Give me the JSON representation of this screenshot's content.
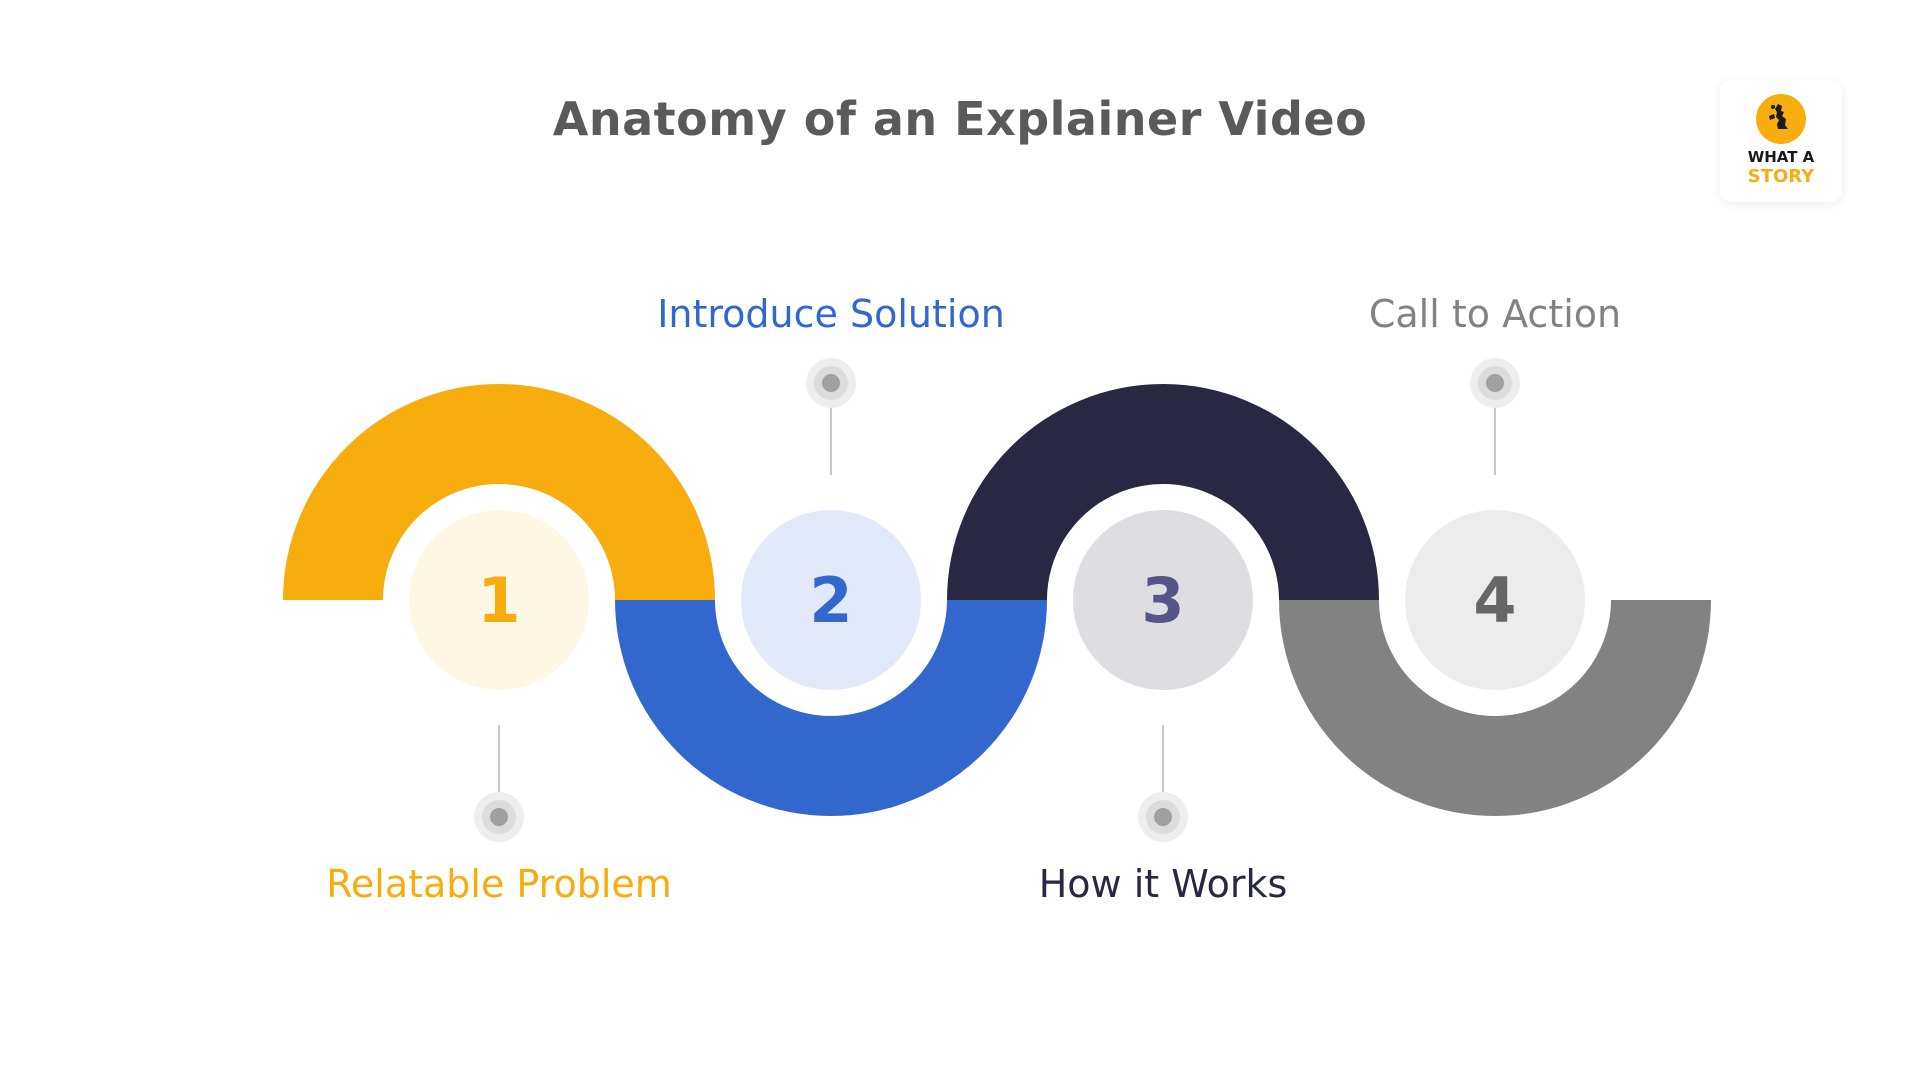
{
  "title": "Anatomy of an Explainer Video",
  "logo": {
    "line1": "WHAT A",
    "line2": "STORY",
    "icon": "storyteller-silhouette-icon",
    "accent": "#f7ad0e"
  },
  "steps": [
    {
      "number": "1",
      "label": "Relatable Problem",
      "color": "#f7ad0e",
      "circle_bg": "#fef7e6",
      "number_color": "#f7ad0e",
      "label_position": "bottom"
    },
    {
      "number": "2",
      "label": "Introduce Solution",
      "color": "#3268cd",
      "circle_bg": "#e2e9f8",
      "number_color": "#3268cd",
      "label_position": "top"
    },
    {
      "number": "3",
      "label": "How it Works",
      "color": "#292843",
      "circle_bg": "#dedee2",
      "number_color": "#55558a",
      "label_position": "bottom"
    },
    {
      "number": "4",
      "label": "Call to Action",
      "color": "#828282",
      "circle_bg": "#ececec",
      "number_color": "#666666",
      "label_position": "top"
    }
  ],
  "colors": {
    "title": "#5a5a5a",
    "connector": "#c8c8c8",
    "dot": "#a0a0a0"
  }
}
